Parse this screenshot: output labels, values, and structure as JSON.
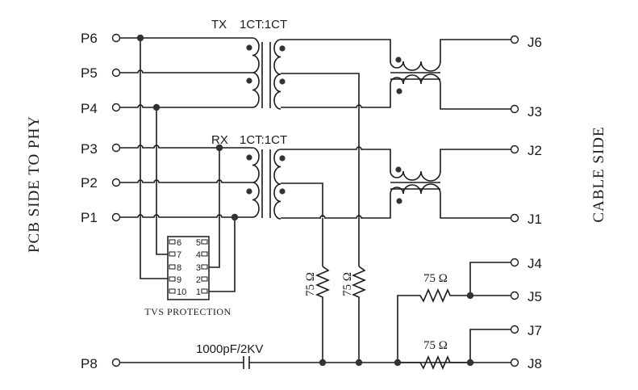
{
  "diagram": {
    "type": "Ethernet magnetics schematic (RJ45 transformer module)",
    "side_labels": {
      "left": "PCB SIDE TO PHY",
      "right": "CABLE SIDE"
    },
    "pcb_pins": [
      "P6",
      "P5",
      "P4",
      "P3",
      "P2",
      "P1",
      "P8"
    ],
    "cable_pins": [
      "J6",
      "J3",
      "J2",
      "J1",
      "J4",
      "J5",
      "J7",
      "J8"
    ],
    "transformers": {
      "tx": {
        "label": "TX",
        "ratio": "1CT:1CT"
      },
      "rx": {
        "label": "RX",
        "ratio": "1CT:1CT"
      }
    },
    "capacitor": {
      "label": "1000pF/2KV"
    },
    "resistors": [
      {
        "id": "r1",
        "label": "75 Ω"
      },
      {
        "id": "r2",
        "label": "75 Ω"
      },
      {
        "id": "r3",
        "label": "75 Ω"
      },
      {
        "id": "r4",
        "label": "75 Ω"
      }
    ],
    "tvs": {
      "caption": "TVS PROTECTION",
      "left_pins": [
        "6",
        "7",
        "8",
        "9",
        "10"
      ],
      "right_pins": [
        "5",
        "4",
        "3",
        "2",
        "1"
      ]
    }
  }
}
